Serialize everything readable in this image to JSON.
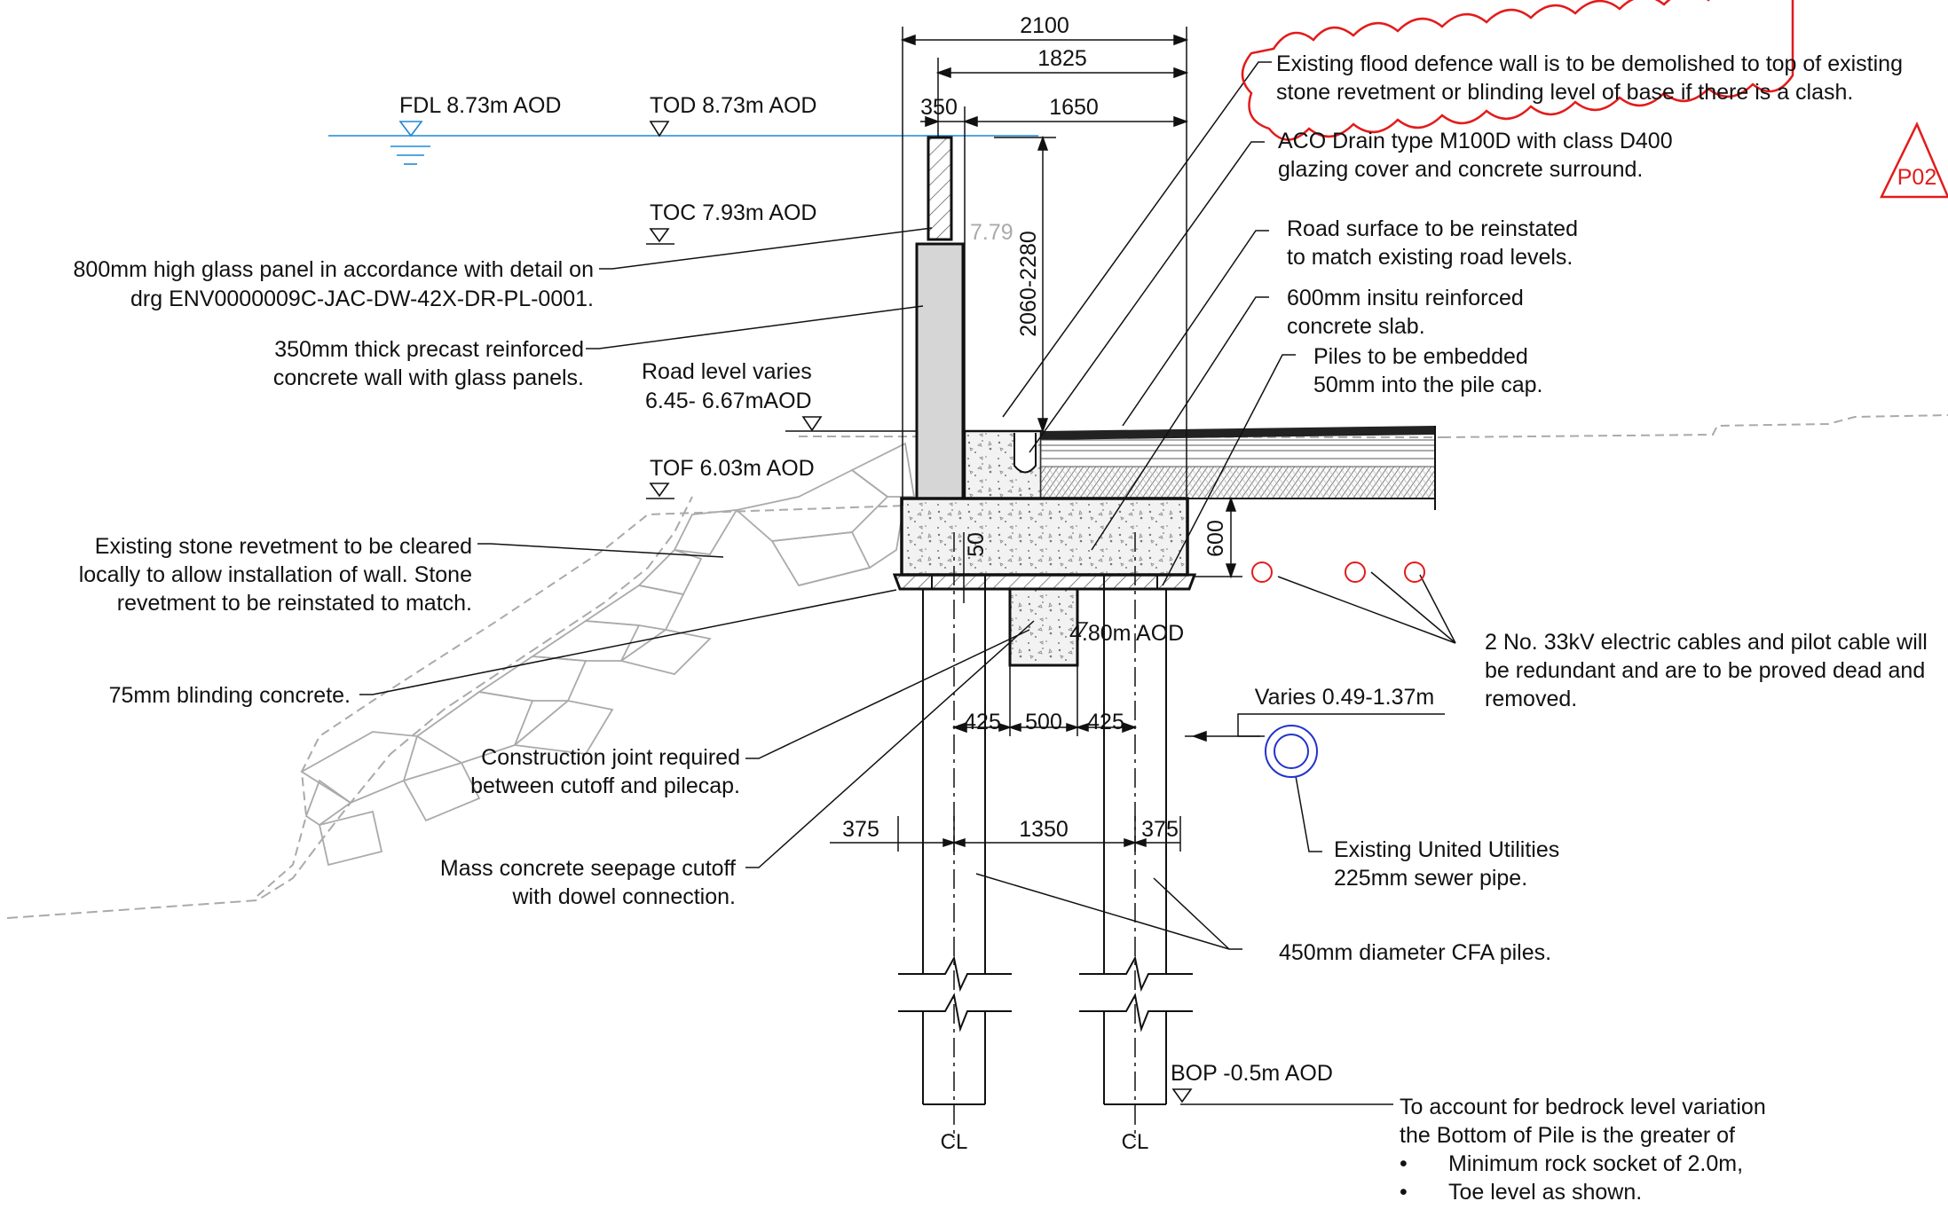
{
  "levels": {
    "fdl": "FDL 8.73m AOD",
    "tod": "TOD 8.73m AOD",
    "toc": "TOC 7.93m AOD",
    "tof": "TOF 6.03m AOD",
    "road_level_1": "Road level varies",
    "road_level_2": "6.45- 6.67mAOD",
    "cutoff_level": "4.80m AOD",
    "bop": "BOP -0.5m AOD",
    "panel_level": "7.79"
  },
  "dimensions": {
    "overall_width": "2100",
    "width_1825": "1825",
    "wall_350": "350",
    "width_1650": "1650",
    "wall_height": "2060-2280",
    "slab_600": "600",
    "blinding_50": "50",
    "cutoff_425_left": "425",
    "cutoff_500": "500",
    "cutoff_425_right": "425",
    "pile_375_left": "375",
    "pile_1350": "1350",
    "pile_375_right": "375",
    "varies": "Varies 0.49-1.37m"
  },
  "annotations": {
    "glass_panel": [
      "800mm high glass panel in accordance with detail on",
      "drg ENV0000009C-JAC-DW-42X-DR-PL-0001."
    ],
    "precast_wall": [
      "350mm thick precast reinforced",
      "concrete wall with glass panels."
    ],
    "stone_revetment": [
      "Existing stone revetment to be cleared",
      "locally to allow installation of wall. Stone",
      "revetment to be reinstated to match."
    ],
    "blinding": [
      "75mm blinding concrete."
    ],
    "construction_joint": [
      "Construction joint required",
      "between cutoff and pilecap."
    ],
    "seepage_cutoff": [
      "Mass concrete seepage cutoff",
      "with dowel connection."
    ],
    "flood_wall": [
      "Existing flood defence wall is to be demolished to top of existing",
      "stone revetment or blinding level of base if there is a clash."
    ],
    "aco_drain": [
      "ACO Drain type M100D with class D400",
      "glazing cover and concrete surround."
    ],
    "road_surface": [
      "Road surface to be reinstated",
      "to match existing road levels."
    ],
    "insitu_slab": [
      "600mm insitu reinforced",
      "concrete slab."
    ],
    "piles_embedded": [
      "Piles to be embedded",
      "50mm into the pile cap."
    ],
    "electric_cables": [
      "2 No. 33kV electric cables and pilot cable will",
      "be redundant and are to be proved dead and",
      "removed."
    ],
    "sewer_pipe": [
      "Existing United Utilities",
      "225mm sewer pipe."
    ],
    "cfa_piles": [
      "450mm diameter CFA piles."
    ],
    "bedrock_note": [
      "To account for bedrock level variation",
      "the Bottom of Pile is the greater of"
    ],
    "bedrock_bullets": [
      "Minimum rock socket of 2.0m,",
      "Toe level as shown."
    ]
  },
  "revision": "P02",
  "centreline_symbol": "CL",
  "colors": {
    "water": "#1e88d6",
    "revision": "#e31b1b",
    "sewer": "#2233cc",
    "line": "#111111",
    "existing": "#aaaaaa",
    "wall_fill": "#d6d6d6"
  }
}
